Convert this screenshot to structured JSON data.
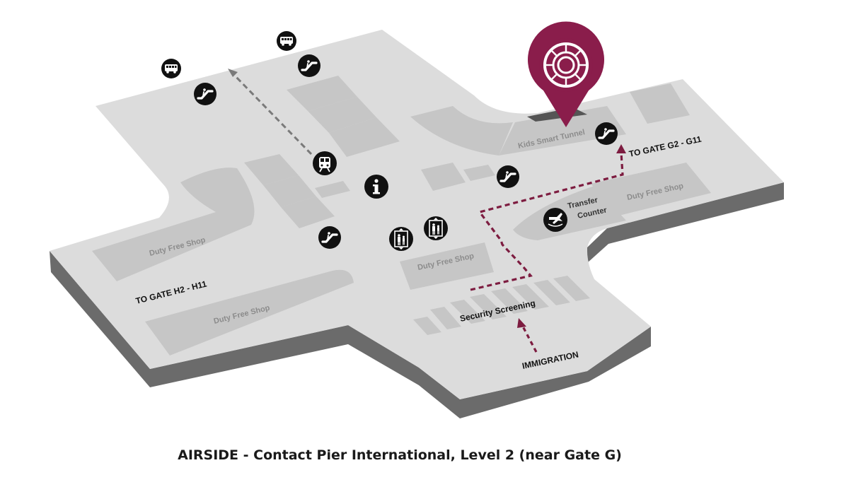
{
  "caption": "AIRSIDE - Contact Pier International, Level 2 (near Gate G)",
  "colors": {
    "floor": "#dcdcdc",
    "floor_edge": "#6b6b6b",
    "shop": "#c6c6c6",
    "route": "#7d1c40",
    "pin": "#8a1d4b",
    "icon_bg": "#111111"
  },
  "labels": {
    "kids_smart_tunnel": "Kids Smart Tunnel",
    "to_gate_g": "TO GATE G2 - G11",
    "to_gate_h": "TO GATE H2 - H11",
    "duty_free_left": "Duty Free Shop",
    "duty_free_bottom_left": "Duty Free Shop",
    "duty_free_center": "Duty Free Shop",
    "duty_free_right": "Duty Free Shop",
    "transfer_line1": "Transfer",
    "transfer_line2": "Counter",
    "security": "Security Screening",
    "immigration": "IMMIGRATION"
  },
  "icons": {
    "bus": "bus-icon",
    "escalator": "escalator-icon",
    "train": "train-icon",
    "info": "info-icon",
    "lift": "lift-icon",
    "transfer": "transfer-counter-icon",
    "pin": "location-pin-icon"
  }
}
